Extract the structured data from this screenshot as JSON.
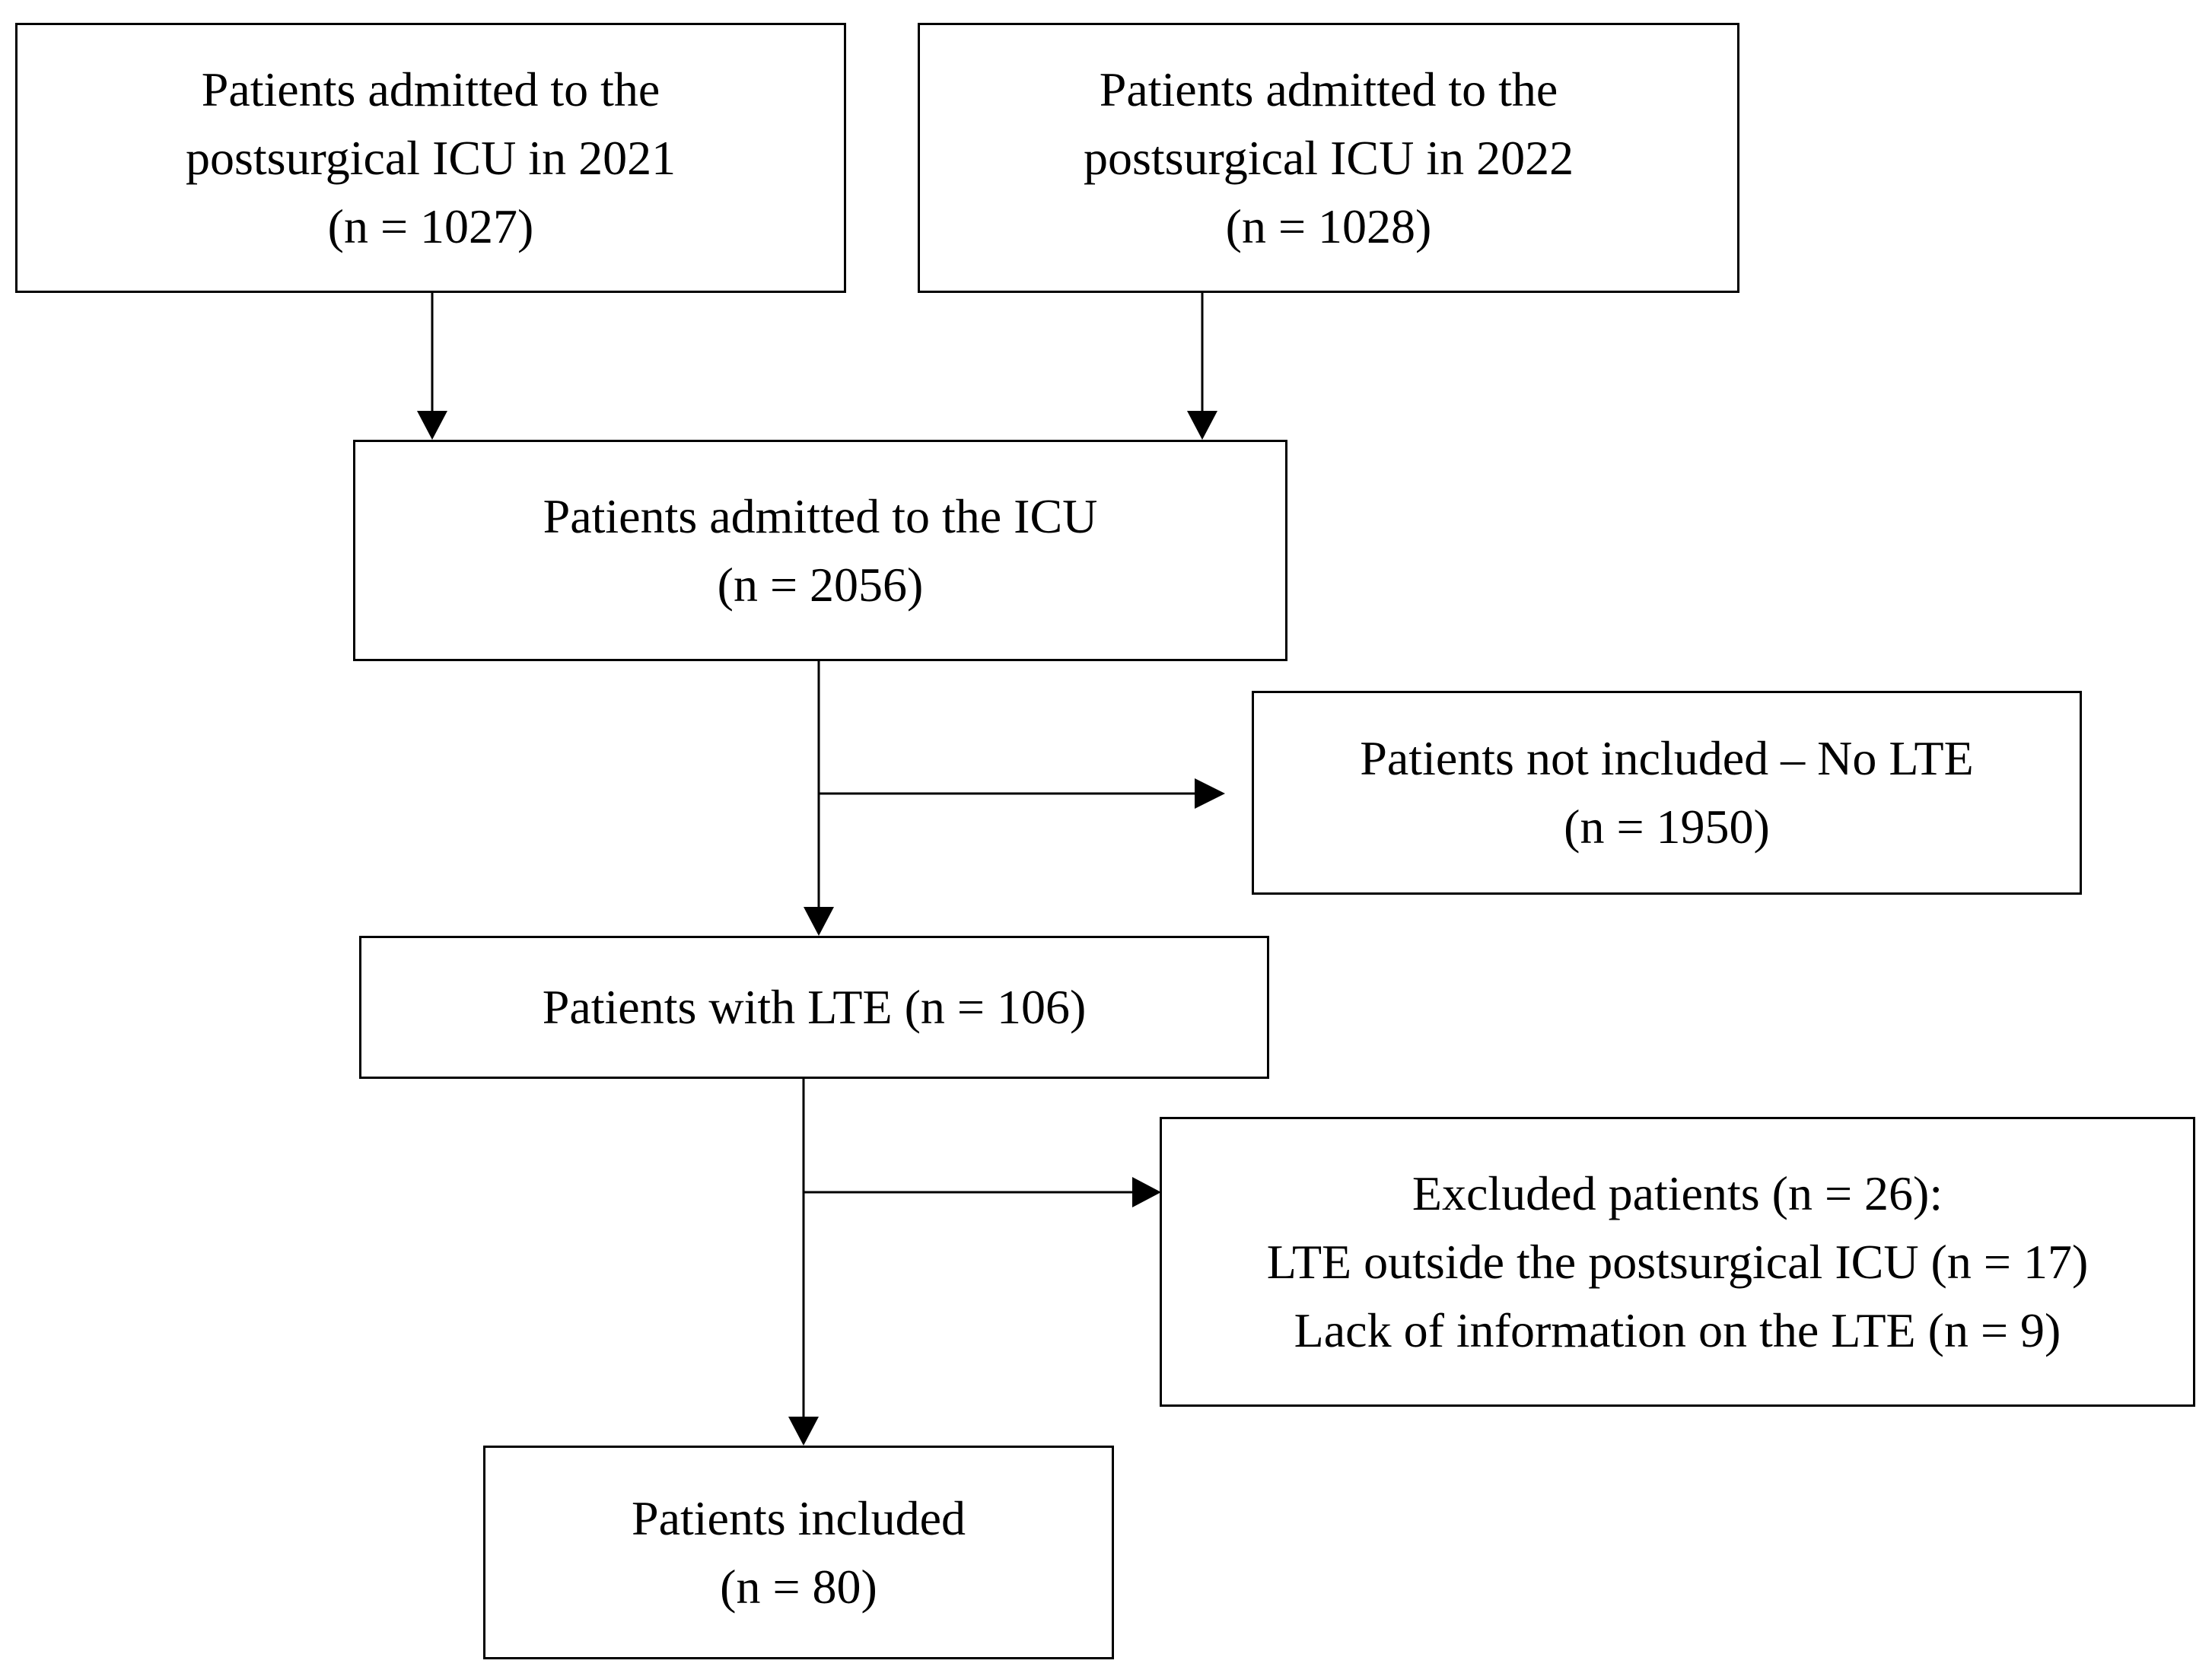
{
  "flowchart": {
    "admitted_2021": {
      "line1": "Patients admitted to the",
      "line2": "postsurgical ICU in 2021",
      "line3": "(n = 1027)"
    },
    "admitted_2022": {
      "line1": "Patients admitted to the",
      "line2": "postsurgical ICU in 2022",
      "line3": "(n = 1028)"
    },
    "admitted_icu": {
      "line1": "Patients admitted to the ICU",
      "line2": "(n = 2056)"
    },
    "not_included": {
      "line1": "Patients not included – No LTE",
      "line2": "(n = 1950)"
    },
    "with_lte": {
      "line1": "Patients with LTE (n = 106)"
    },
    "excluded": {
      "line1": "Excluded patients (n = 26):",
      "line2": "LTE outside the postsurgical ICU (n = 17)",
      "line3": "Lack of information on the LTE (n = 9)"
    },
    "included": {
      "line1": "Patients included",
      "line2": "(n = 80)"
    }
  }
}
